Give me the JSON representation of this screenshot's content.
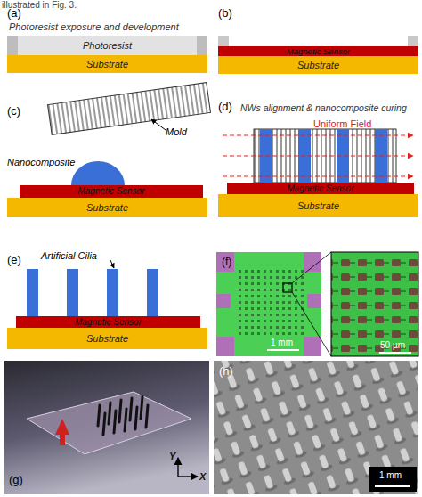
{
  "diagram": {
    "nodes": [
      {
        "text": [
          "Photoresist"
        ]
      },
      {
        "text": [
          "Substrate"
        ]
      },
      {
        "text": [
          "Magnetic Sensor"
        ]
      },
      {
        "text": [
          "Substrate"
        ]
      },
      {
        "text": [
          "Magnetic Sensor"
        ]
      },
      {
        "text": [
          "Substrate"
        ]
      },
      {
        "text": [
          "Magnetic Sensor"
        ]
      },
      {
        "text": [
          "Substrate"
        ]
      },
      {
        "text": [
          "Magnetic Sensor"
        ]
      },
      {
        "text": [
          "Substrate"
        ]
      }
    ],
    "labels": [
      "illustrated in Fig. 3.",
      "(a)",
      "Photoresist exposure and development",
      "(b)",
      "(c)",
      "Mold",
      "Nanocomposite",
      "(d)",
      "NWs alignment & nanocomposite curing",
      "Uniform Field",
      "(e)",
      "Artificial Cilia",
      "(f)",
      "1 mm",
      "50 µm",
      "(g)",
      "Y",
      "X",
      "(h)",
      "1 mm"
    ]
  }
}
